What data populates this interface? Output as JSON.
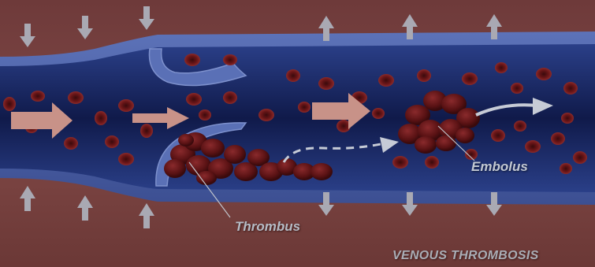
{
  "labels": {
    "thrombus": "Thrombus",
    "embolus": "Embolus",
    "title": "VENOUS THROMBOSIS"
  },
  "colors": {
    "tissue": "#7d4240",
    "vessel_wall": "#4a5ea6",
    "vessel_lumen": "#16245e",
    "blood_cell": "#6e1a1c",
    "clot": "#5a1214",
    "flow_arrow": "#c89288",
    "pressure_arrow": "#a9a9b3"
  },
  "icons": {
    "flow_arrow": "right-arrow-icon",
    "pressure_arrow": "up-down-arrow-icon",
    "valve": "vein-valve"
  }
}
